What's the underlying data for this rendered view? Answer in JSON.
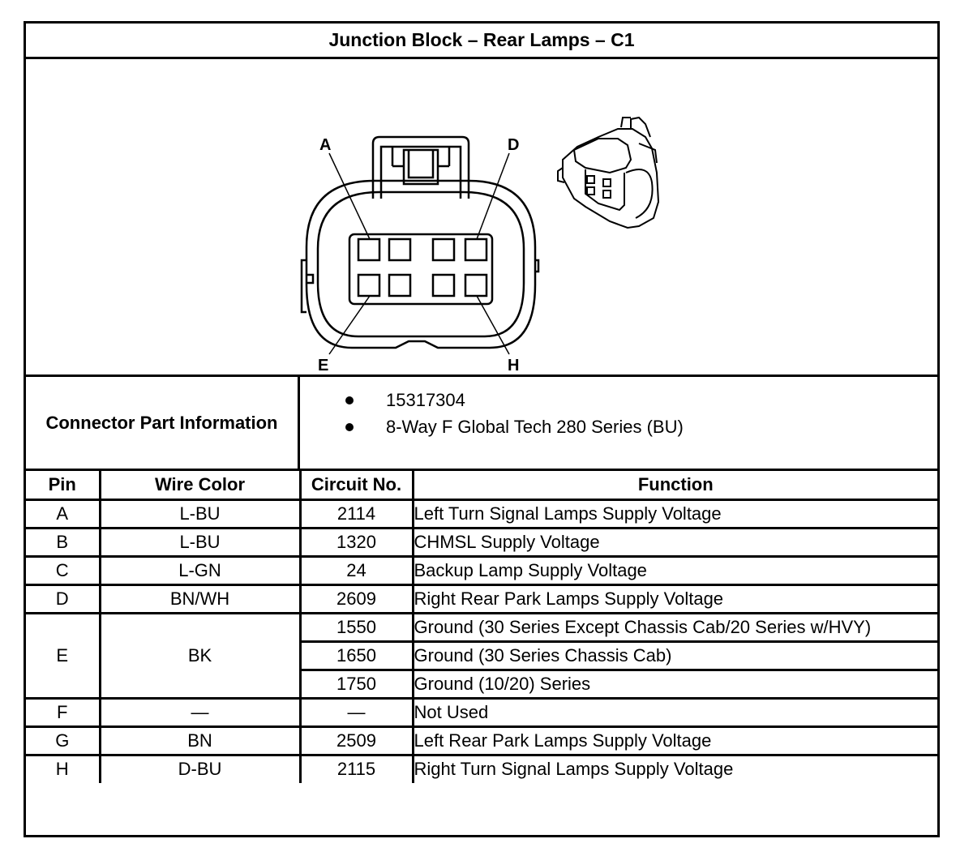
{
  "title": "Junction Block – Rear Lamps – C1",
  "diagram": {
    "labels": {
      "a": "A",
      "d": "D",
      "e": "E",
      "h": "H"
    }
  },
  "connector_part_info": {
    "label": "Connector Part Information",
    "items": [
      "15317304",
      "8-Way F Global Tech 280 Series (BU)"
    ]
  },
  "table": {
    "headers": {
      "pin": "Pin",
      "wire_color": "Wire Color",
      "circuit": "Circuit No.",
      "function": "Function"
    },
    "rows": [
      {
        "pin": "A",
        "wire_color": "L-BU",
        "circuit": "2114",
        "function": "Left Turn Signal Lamps Supply Voltage"
      },
      {
        "pin": "B",
        "wire_color": "L-BU",
        "circuit": "1320",
        "function": "CHMSL Supply Voltage"
      },
      {
        "pin": "C",
        "wire_color": "L-GN",
        "circuit": "24",
        "function": "Backup Lamp Supply Voltage"
      },
      {
        "pin": "D",
        "wire_color": "BN/WH",
        "circuit": "2609",
        "function": "Right Rear Park Lamps Supply Voltage"
      },
      {
        "pin": "E",
        "wire_color": "BK",
        "circuit": "1550",
        "function": "Ground (30 Series Except Chassis Cab/20 Series w/HVY)"
      },
      {
        "circuit": "1650",
        "function": "Ground (30 Series Chassis Cab)"
      },
      {
        "circuit": "1750",
        "function": "Ground (10/20) Series"
      },
      {
        "pin": "F",
        "wire_color": "—",
        "circuit": "—",
        "function": "Not Used"
      },
      {
        "pin": "G",
        "wire_color": "BN",
        "circuit": "2509",
        "function": "Left Rear Park Lamps Supply Voltage"
      },
      {
        "pin": "H",
        "wire_color": "D-BU",
        "circuit": "2115",
        "function": "Right Turn Signal Lamps Supply Voltage"
      }
    ]
  }
}
